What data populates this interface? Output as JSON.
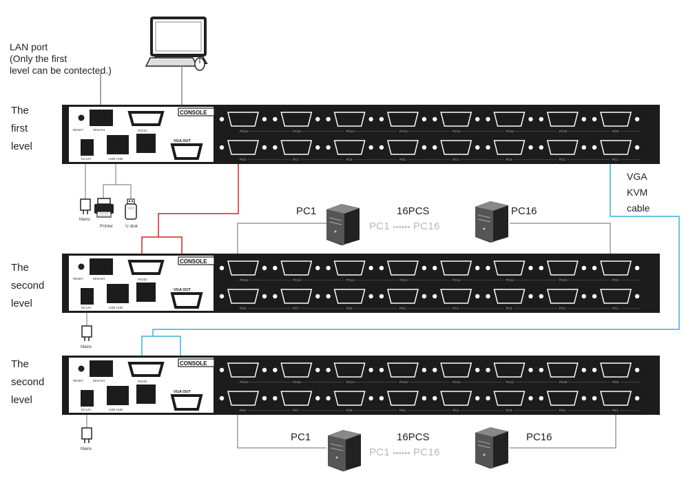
{
  "lan_note": [
    "LAN port",
    "(Only the first",
    "level can be contected.)"
  ],
  "levels": [
    {
      "label": [
        "The",
        "first",
        "level"
      ],
      "has_printer": true
    },
    {
      "label": [
        "The",
        "second",
        "level"
      ],
      "has_printer": false
    },
    {
      "label": [
        "The",
        "second",
        "level"
      ],
      "has_printer": false
    }
  ],
  "vga_note": [
    "VGA",
    "KVM",
    "cable"
  ],
  "panel": {
    "console": "CONSOLE",
    "reset": "RESET",
    "ethernet": "Ethernet",
    "rs232": "RS232",
    "vga_out": "VGA OUT",
    "usb_hub": "USB HUB",
    "dc": "DC12V",
    "top_ports": [
      "PC16",
      "PC15",
      "PC14",
      "PC13",
      "PC12",
      "PC11",
      "PC10",
      "PC9"
    ],
    "bottom_ports": [
      "PC8",
      "PC7",
      "PC6",
      "PC5",
      "PC4",
      "PC3",
      "PC2",
      "PC1"
    ]
  },
  "peripherals": {
    "mains": "Mains",
    "printer": "Printer",
    "udisk": "U disk"
  },
  "pc_groups": [
    {
      "left": "PC1",
      "right": "PC16",
      "count": "16PCS",
      "range_start": "PC1",
      "dots": "••••••",
      "range_end": "PC16"
    },
    {
      "left": "PC1",
      "right": "PC16",
      "count": "16PCS",
      "range_start": "PC1",
      "dots": "••••••",
      "range_end": "PC16"
    }
  ],
  "colors": {
    "red_cable": "#d42020",
    "blue_cable": "#33b4d8",
    "gray_cable": "#9a9a9a",
    "panel": "#1c1c1c"
  }
}
